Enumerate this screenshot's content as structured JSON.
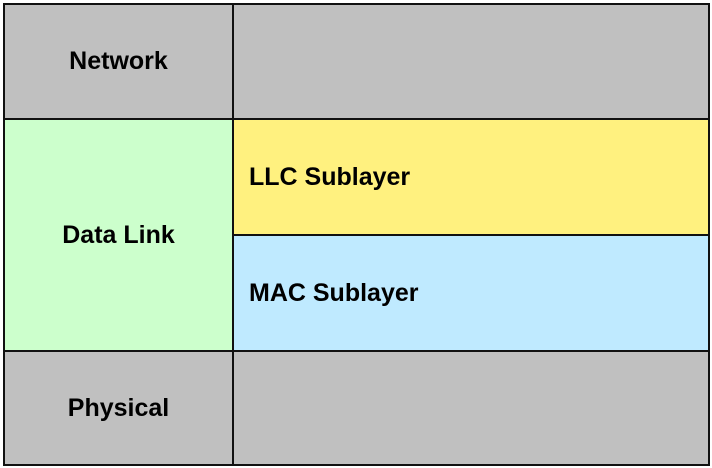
{
  "diagram": {
    "title": "",
    "layers": [
      {
        "name": "Network",
        "color": "#c0c0c0",
        "right": ""
      },
      {
        "name": "Data Link",
        "color": "#ccffcc",
        "sublayers": [
          {
            "name": "LLC Sublayer",
            "color": "#fff17f"
          },
          {
            "name": "MAC Sublayer",
            "color": "#bfeaff"
          }
        ]
      },
      {
        "name": "Physical",
        "color": "#c0c0c0",
        "right": ""
      }
    ]
  }
}
